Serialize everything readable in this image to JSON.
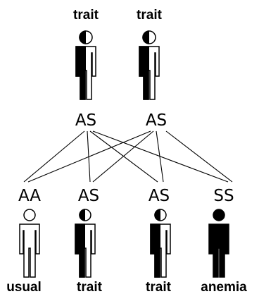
{
  "parents": [
    {
      "status": "trait",
      "genotype": "AS",
      "fill": "half"
    },
    {
      "status": "trait",
      "genotype": "AS",
      "fill": "half"
    }
  ],
  "children": [
    {
      "genotype": "AA",
      "status": "usual",
      "fill": "empty"
    },
    {
      "genotype": "AS",
      "status": "trait",
      "fill": "half"
    },
    {
      "genotype": "AS",
      "status": "trait",
      "fill": "half"
    },
    {
      "genotype": "SS",
      "status": "anemia",
      "fill": "full"
    }
  ],
  "colors": {
    "figure_fill": "#000000",
    "figure_empty": "#ffffff",
    "outline": "#000000",
    "line": "#000000"
  }
}
